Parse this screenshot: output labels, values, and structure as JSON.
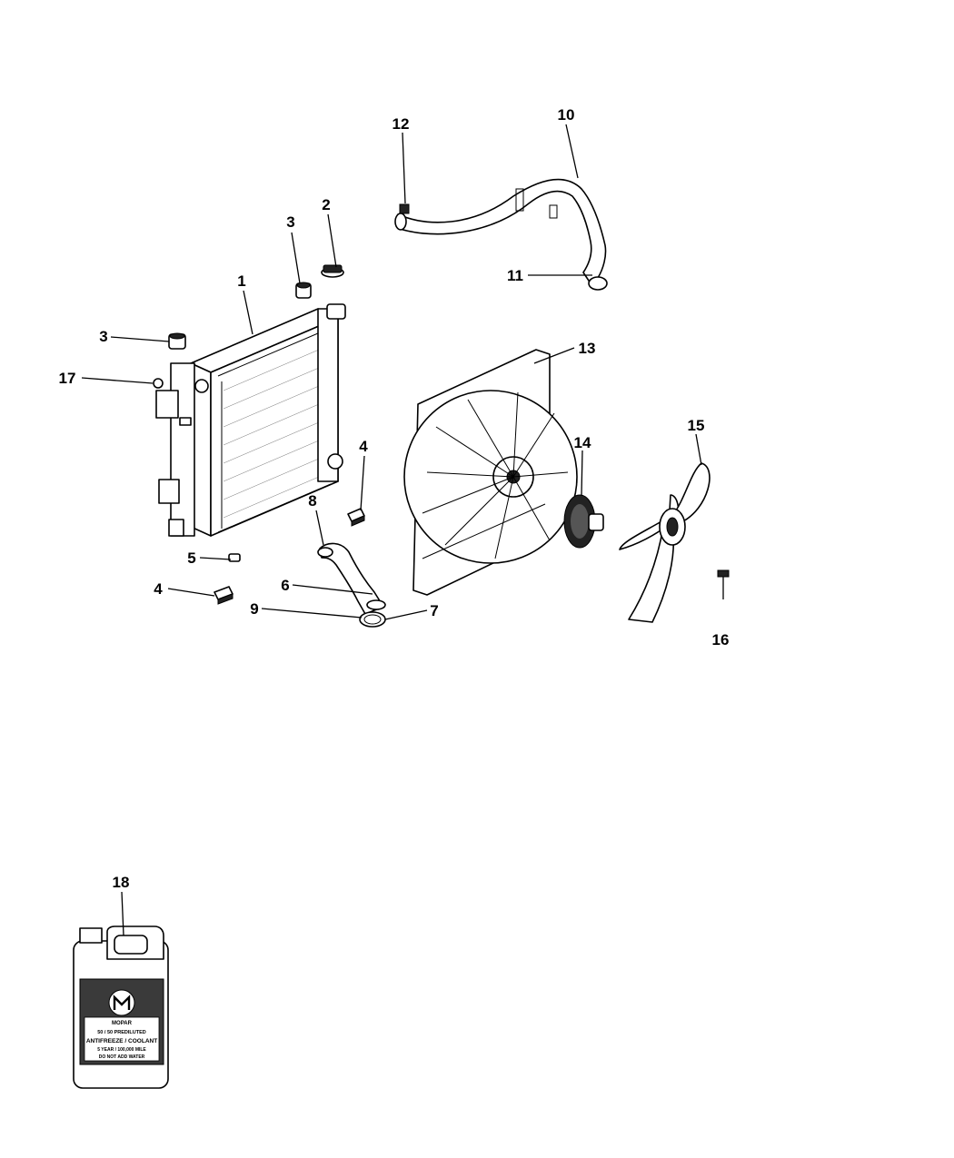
{
  "callouts": [
    {
      "id": "1",
      "text": "1"
    },
    {
      "id": "2",
      "text": "2"
    },
    {
      "id": "3a",
      "text": "3"
    },
    {
      "id": "3b",
      "text": "3"
    },
    {
      "id": "4a",
      "text": "4"
    },
    {
      "id": "4b",
      "text": "4"
    },
    {
      "id": "5",
      "text": "5"
    },
    {
      "id": "6",
      "text": "6"
    },
    {
      "id": "7",
      "text": "7"
    },
    {
      "id": "8",
      "text": "8"
    },
    {
      "id": "9",
      "text": "9"
    },
    {
      "id": "10",
      "text": "10"
    },
    {
      "id": "11",
      "text": "11"
    },
    {
      "id": "12",
      "text": "12"
    },
    {
      "id": "13",
      "text": "13"
    },
    {
      "id": "14",
      "text": "14"
    },
    {
      "id": "15",
      "text": "15"
    },
    {
      "id": "16",
      "text": "16"
    },
    {
      "id": "17",
      "text": "17"
    },
    {
      "id": "18",
      "text": "18"
    }
  ],
  "jug_label": {
    "brand": "MOPAR",
    "line1": "50 / 50 PREDILUTED",
    "line2": "ANTIFREEZE / COOLANT",
    "line3": "5 YEAR / 100,000 MILE",
    "line4": "DO NOT ADD WATER"
  },
  "colors": {
    "line": "#000000",
    "background": "#ffffff",
    "label_band": "#3a3a3a"
  }
}
